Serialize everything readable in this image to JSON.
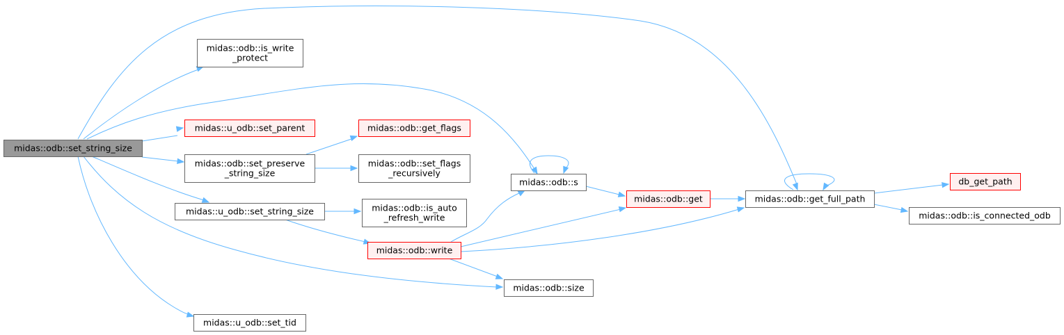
{
  "graph": {
    "edge_color": "#63b8ff",
    "truncated_border_color": "#ff0000",
    "truncated_fill_color": "#fff0f0",
    "root_fill_color": "#999999",
    "nodes": [
      {
        "id": "root",
        "lines": [
          "midas::odb::set_string_size"
        ],
        "style": "root"
      },
      {
        "id": "is_write_protect",
        "lines": [
          "midas::odb::is_write",
          "_protect"
        ],
        "style": "plain"
      },
      {
        "id": "u_set_parent",
        "lines": [
          "midas::u_odb::set_parent"
        ],
        "style": "trunc"
      },
      {
        "id": "set_preserve",
        "lines": [
          "midas::odb::set_preserve",
          "_string_size"
        ],
        "style": "plain"
      },
      {
        "id": "u_set_string_size",
        "lines": [
          "midas::u_odb::set_string_size"
        ],
        "style": "plain"
      },
      {
        "id": "u_set_tid",
        "lines": [
          "midas::u_odb::set_tid"
        ],
        "style": "plain"
      },
      {
        "id": "get_flags",
        "lines": [
          "midas::odb::get_flags"
        ],
        "style": "trunc"
      },
      {
        "id": "set_flags_rec",
        "lines": [
          "midas::odb::set_flags",
          "_recursively"
        ],
        "style": "plain"
      },
      {
        "id": "is_auto_refresh",
        "lines": [
          "midas::odb::is_auto",
          "_refresh_write"
        ],
        "style": "plain"
      },
      {
        "id": "write",
        "lines": [
          "midas::odb::write"
        ],
        "style": "trunc"
      },
      {
        "id": "s",
        "lines": [
          "midas::odb::s"
        ],
        "style": "plain"
      },
      {
        "id": "size",
        "lines": [
          "midas::odb::size"
        ],
        "style": "plain"
      },
      {
        "id": "get",
        "lines": [
          "midas::odb::get"
        ],
        "style": "trunc"
      },
      {
        "id": "get_full_path",
        "lines": [
          "midas::odb::get_full_path"
        ],
        "style": "plain"
      },
      {
        "id": "db_get_path",
        "lines": [
          "db_get_path"
        ],
        "style": "trunc"
      },
      {
        "id": "is_connected",
        "lines": [
          "midas::odb::is_connected_odb"
        ],
        "style": "plain"
      }
    ],
    "edges": [
      {
        "from": "root",
        "to": "get_full_path"
      },
      {
        "from": "root",
        "to": "is_write_protect"
      },
      {
        "from": "root",
        "to": "s"
      },
      {
        "from": "root",
        "to": "u_set_parent"
      },
      {
        "from": "root",
        "to": "set_preserve"
      },
      {
        "from": "root",
        "to": "u_set_string_size"
      },
      {
        "from": "root",
        "to": "size"
      },
      {
        "from": "root",
        "to": "u_set_tid"
      },
      {
        "from": "set_preserve",
        "to": "get_flags"
      },
      {
        "from": "set_preserve",
        "to": "set_flags_rec"
      },
      {
        "from": "u_set_string_size",
        "to": "is_auto_refresh"
      },
      {
        "from": "u_set_string_size",
        "to": "write"
      },
      {
        "from": "write",
        "to": "s"
      },
      {
        "from": "write",
        "to": "get"
      },
      {
        "from": "write",
        "to": "get_full_path"
      },
      {
        "from": "write",
        "to": "size"
      },
      {
        "from": "s",
        "to": "s"
      },
      {
        "from": "s",
        "to": "get"
      },
      {
        "from": "get",
        "to": "get_full_path"
      },
      {
        "from": "get_full_path",
        "to": "get_full_path"
      },
      {
        "from": "get_full_path",
        "to": "db_get_path"
      },
      {
        "from": "get_full_path",
        "to": "is_connected"
      }
    ]
  }
}
